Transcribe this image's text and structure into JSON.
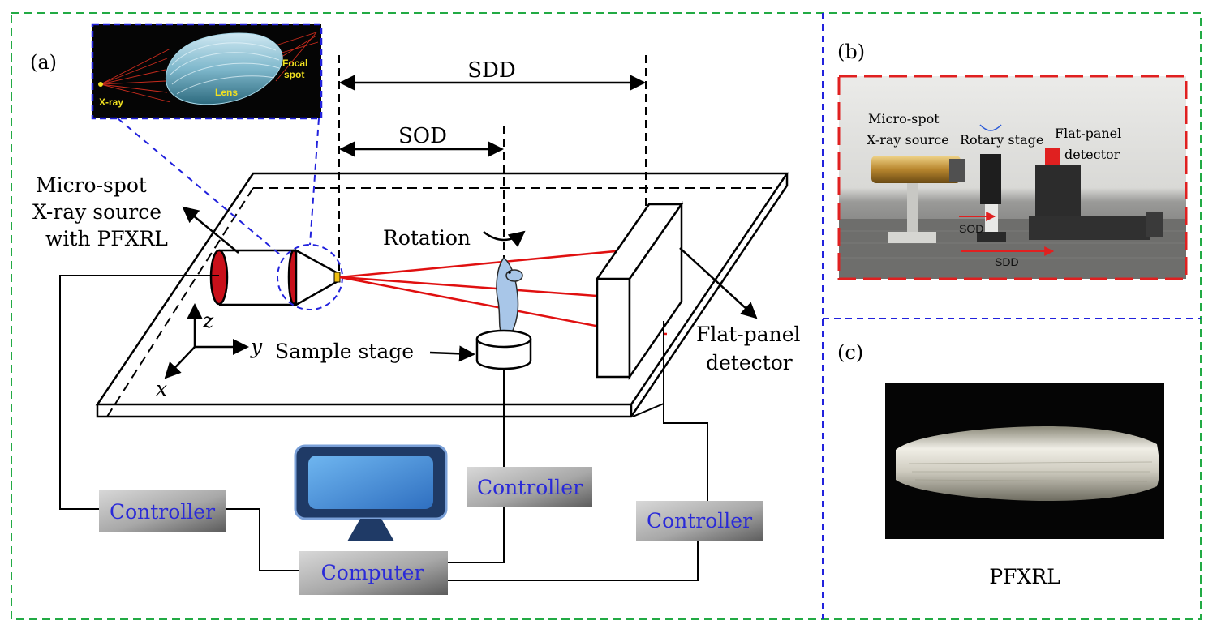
{
  "panels": {
    "a": "(a)",
    "b": "(b)",
    "c": "(c)"
  },
  "inset_lens": {
    "xray": "X-ray",
    "lens": "Lens",
    "focal_line1": "Focal",
    "focal_line2": "spot"
  },
  "dimensions": {
    "sdd": "SDD",
    "sod": "SOD"
  },
  "source": {
    "line1": "Micro-spot",
    "line2": "X-ray source",
    "line3": "with PFXRL"
  },
  "rotation": "Rotation",
  "sample_stage": "Sample stage",
  "detector": {
    "line1": "Flat-panel",
    "line2": "detector"
  },
  "axes": {
    "x": "x",
    "y": "y",
    "z": "z"
  },
  "controllers": {
    "source": "Controller",
    "stage": "Controller",
    "detector": "Controller",
    "computer": "Computer"
  },
  "photo_b": {
    "source_line1": "Micro-spot",
    "source_line2": "X-ray source",
    "rotary": "Rotary stage",
    "detector_line1": "Flat-panel",
    "detector_line2": "detector",
    "sod": "SOD",
    "sdd": "SDD"
  },
  "photo_c": {
    "caption": "PFXRL"
  },
  "colors": {
    "outer_border": "#22aa44",
    "inner_border": "#2222dd",
    "beam": "#e01010",
    "photo_frame": "#e02020",
    "controller_text": "#2a2ad8"
  }
}
